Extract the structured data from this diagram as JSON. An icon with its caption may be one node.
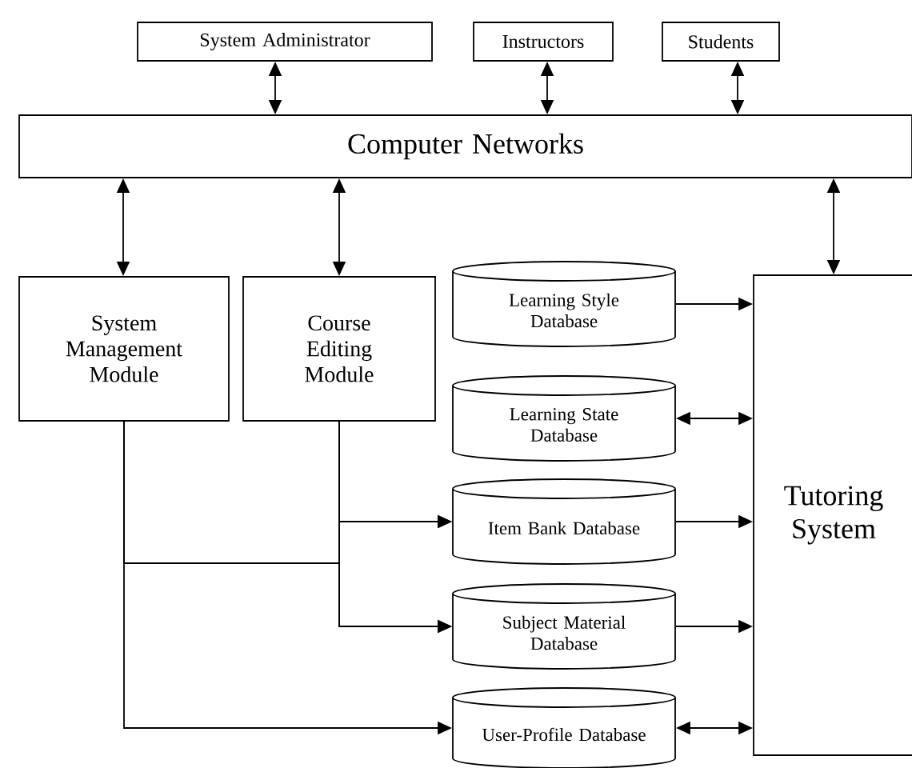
{
  "diagram": {
    "nodes": [
      {
        "text": [
          "System Administrator"
        ]
      },
      {
        "text": [
          "Instructors"
        ]
      },
      {
        "text": [
          "Students"
        ]
      },
      {
        "text": [
          "Computer Networks"
        ]
      },
      {
        "text": [
          "System Management Module"
        ]
      },
      {
        "text": [
          "Course Editing Module"
        ]
      },
      {
        "text": [
          "Learning Style Database"
        ]
      },
      {
        "text": [
          "Learning State Database"
        ]
      },
      {
        "text": [
          "Item Bank Database"
        ]
      },
      {
        "text": [
          "Subject Material Database"
        ]
      },
      {
        "text": [
          "User-Profile Database"
        ]
      },
      {
        "text": [
          "Tutoring System"
        ]
      }
    ],
    "edges": [
      {
        "from": 0,
        "to": 3,
        "arrow": "both"
      },
      {
        "from": 1,
        "to": 3,
        "arrow": "both"
      },
      {
        "from": 2,
        "to": 3,
        "arrow": "both"
      },
      {
        "from": 3,
        "to": 4,
        "arrow": "both"
      },
      {
        "from": 3,
        "to": 5,
        "arrow": "both"
      },
      {
        "from": 3,
        "to": 11,
        "arrow": "both"
      },
      {
        "from": 6,
        "to": 11,
        "arrow": "to"
      },
      {
        "from": 7,
        "to": 11,
        "arrow": "both"
      },
      {
        "from": 8,
        "to": 11,
        "arrow": "to"
      },
      {
        "from": 9,
        "to": 11,
        "arrow": "to"
      },
      {
        "from": 10,
        "to": 11,
        "arrow": "both"
      },
      {
        "from": 5,
        "to": 8,
        "arrow": "to"
      },
      {
        "from": 5,
        "to": 9,
        "arrow": "to"
      },
      {
        "from": 4,
        "to": 8,
        "arrow": "to"
      },
      {
        "from": 4,
        "to": 9,
        "arrow": "to"
      },
      {
        "from": 4,
        "to": 10,
        "arrow": "to"
      }
    ]
  }
}
